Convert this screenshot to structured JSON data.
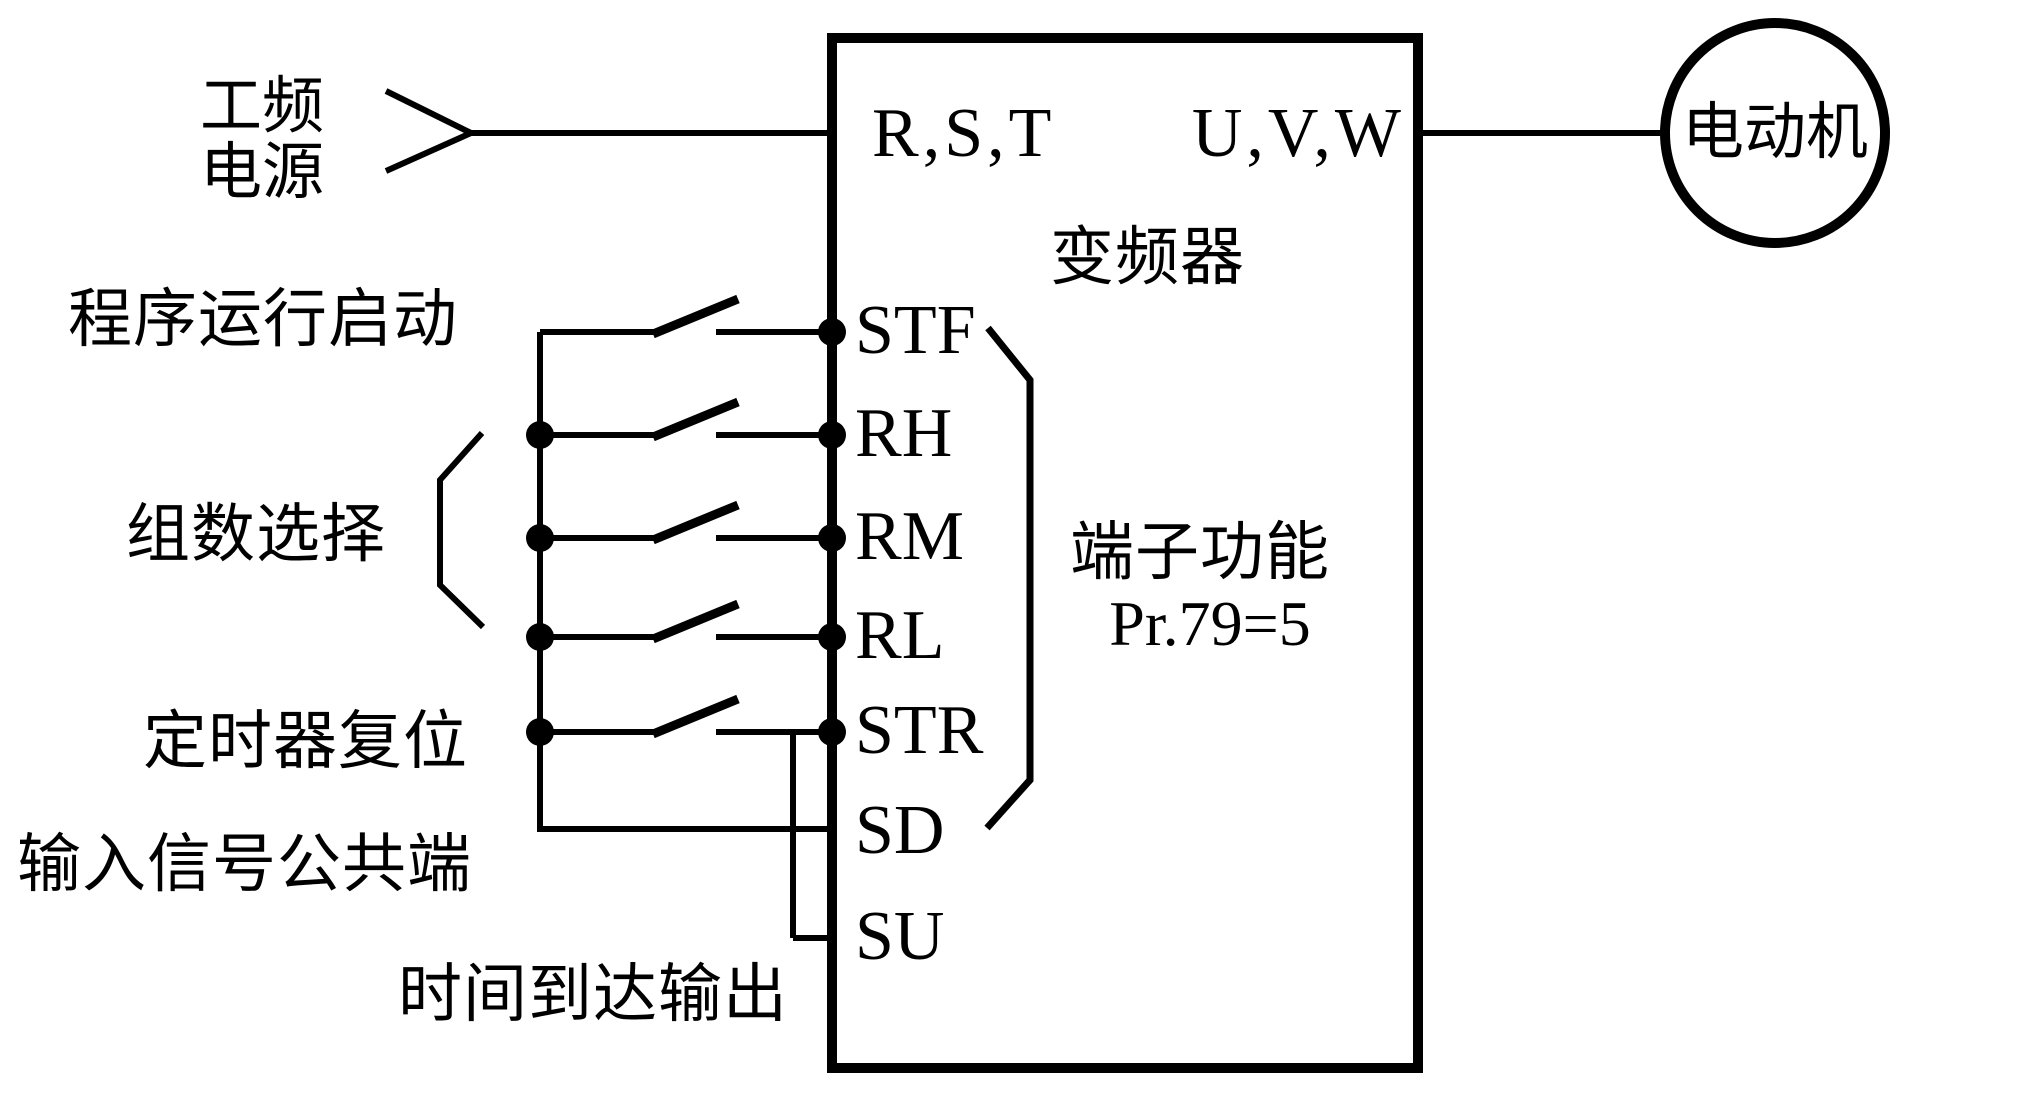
{
  "diagram": {
    "power_source": {
      "line1": "工频",
      "line2": "电源"
    },
    "inverter": {
      "name": "变频器",
      "input_terminals_label": "R,S,T",
      "output_terminals_label": "U,V,W",
      "function_note_title": "端子功能",
      "function_note_param": "Pr.79=5",
      "terminals": [
        "STF",
        "RH",
        "RM",
        "RL",
        "STR",
        "SD",
        "SU"
      ]
    },
    "motor": {
      "name": "电动机"
    },
    "annotations": {
      "program_run_start": "程序运行启动",
      "group_select": "组数选择",
      "timer_reset": "定时器复位",
      "input_signal_common": "输入信号公共端",
      "time_up_output": "时间到达输出"
    },
    "colors": {
      "line": "#000000",
      "background": "#ffffff"
    }
  }
}
